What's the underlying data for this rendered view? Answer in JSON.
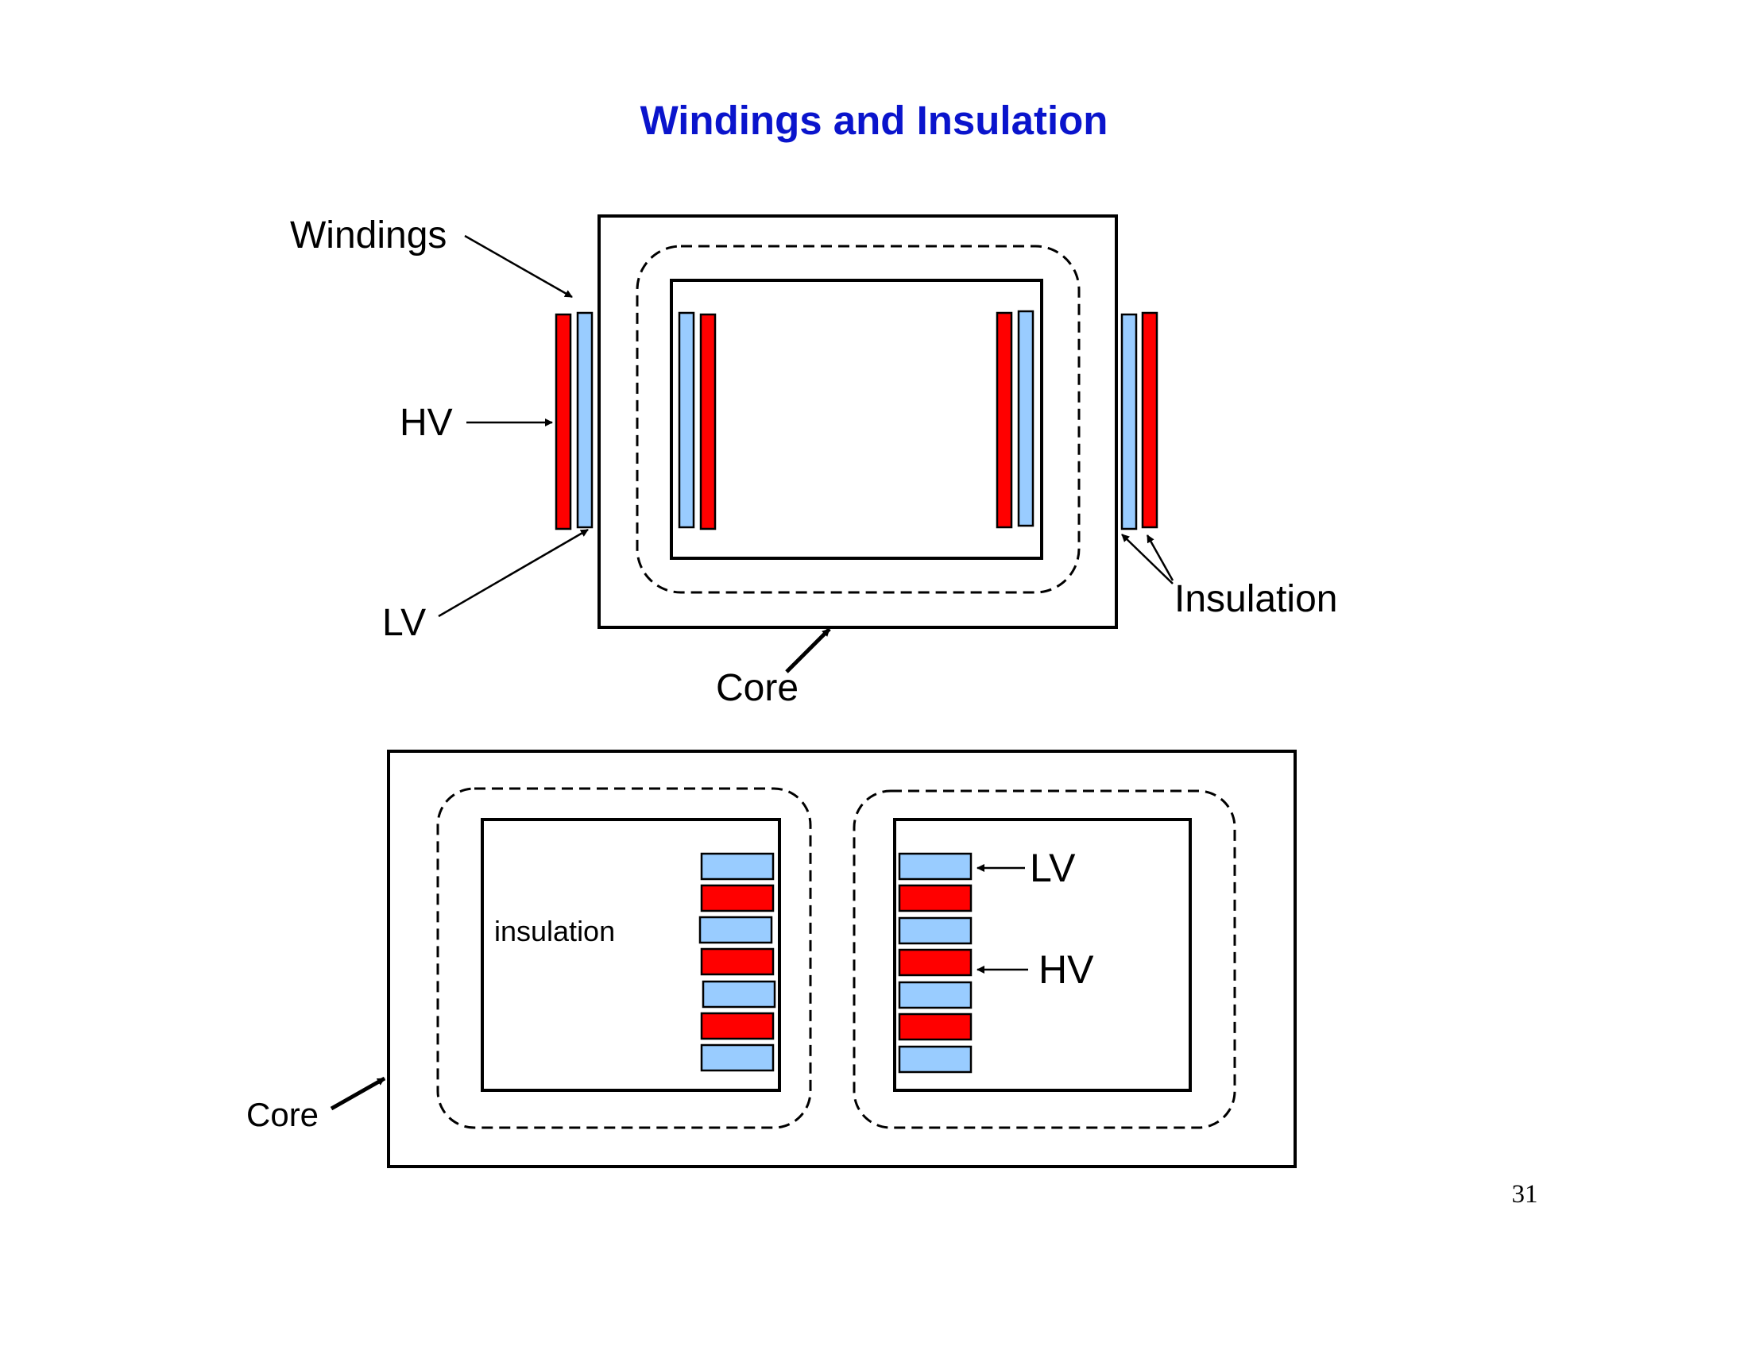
{
  "title": "Windings and Insulation",
  "page_number": "31",
  "colors": {
    "title": "#0a14cc",
    "hv_winding": "#ff0000",
    "lv_winding": "#99ccff",
    "outline": "#000000"
  },
  "top_figure": {
    "labels": {
      "windings": "Windings",
      "hv": "HV",
      "lv": "LV",
      "insulation": "Insulation",
      "core": "Core"
    }
  },
  "bottom_figure": {
    "labels": {
      "insulation": "insulation",
      "lv": "LV",
      "hv": "HV",
      "core": "Core"
    }
  }
}
